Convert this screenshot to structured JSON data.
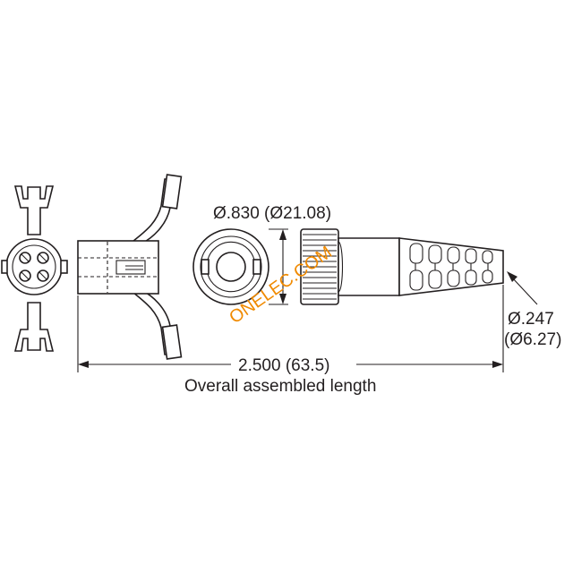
{
  "dimensions": {
    "diameter_large": "Ø.830 (Ø21.08)",
    "diameter_small_line1": "Ø.247",
    "diameter_small_line2": "(Ø6.27)",
    "overall_length": "2.500 (63.5)",
    "overall_length_caption": "Overall assembled length"
  },
  "watermark": "ONELEC.COM",
  "colors": {
    "line": "#231f20",
    "watermark": "#f08a00",
    "background": "#ffffff"
  }
}
